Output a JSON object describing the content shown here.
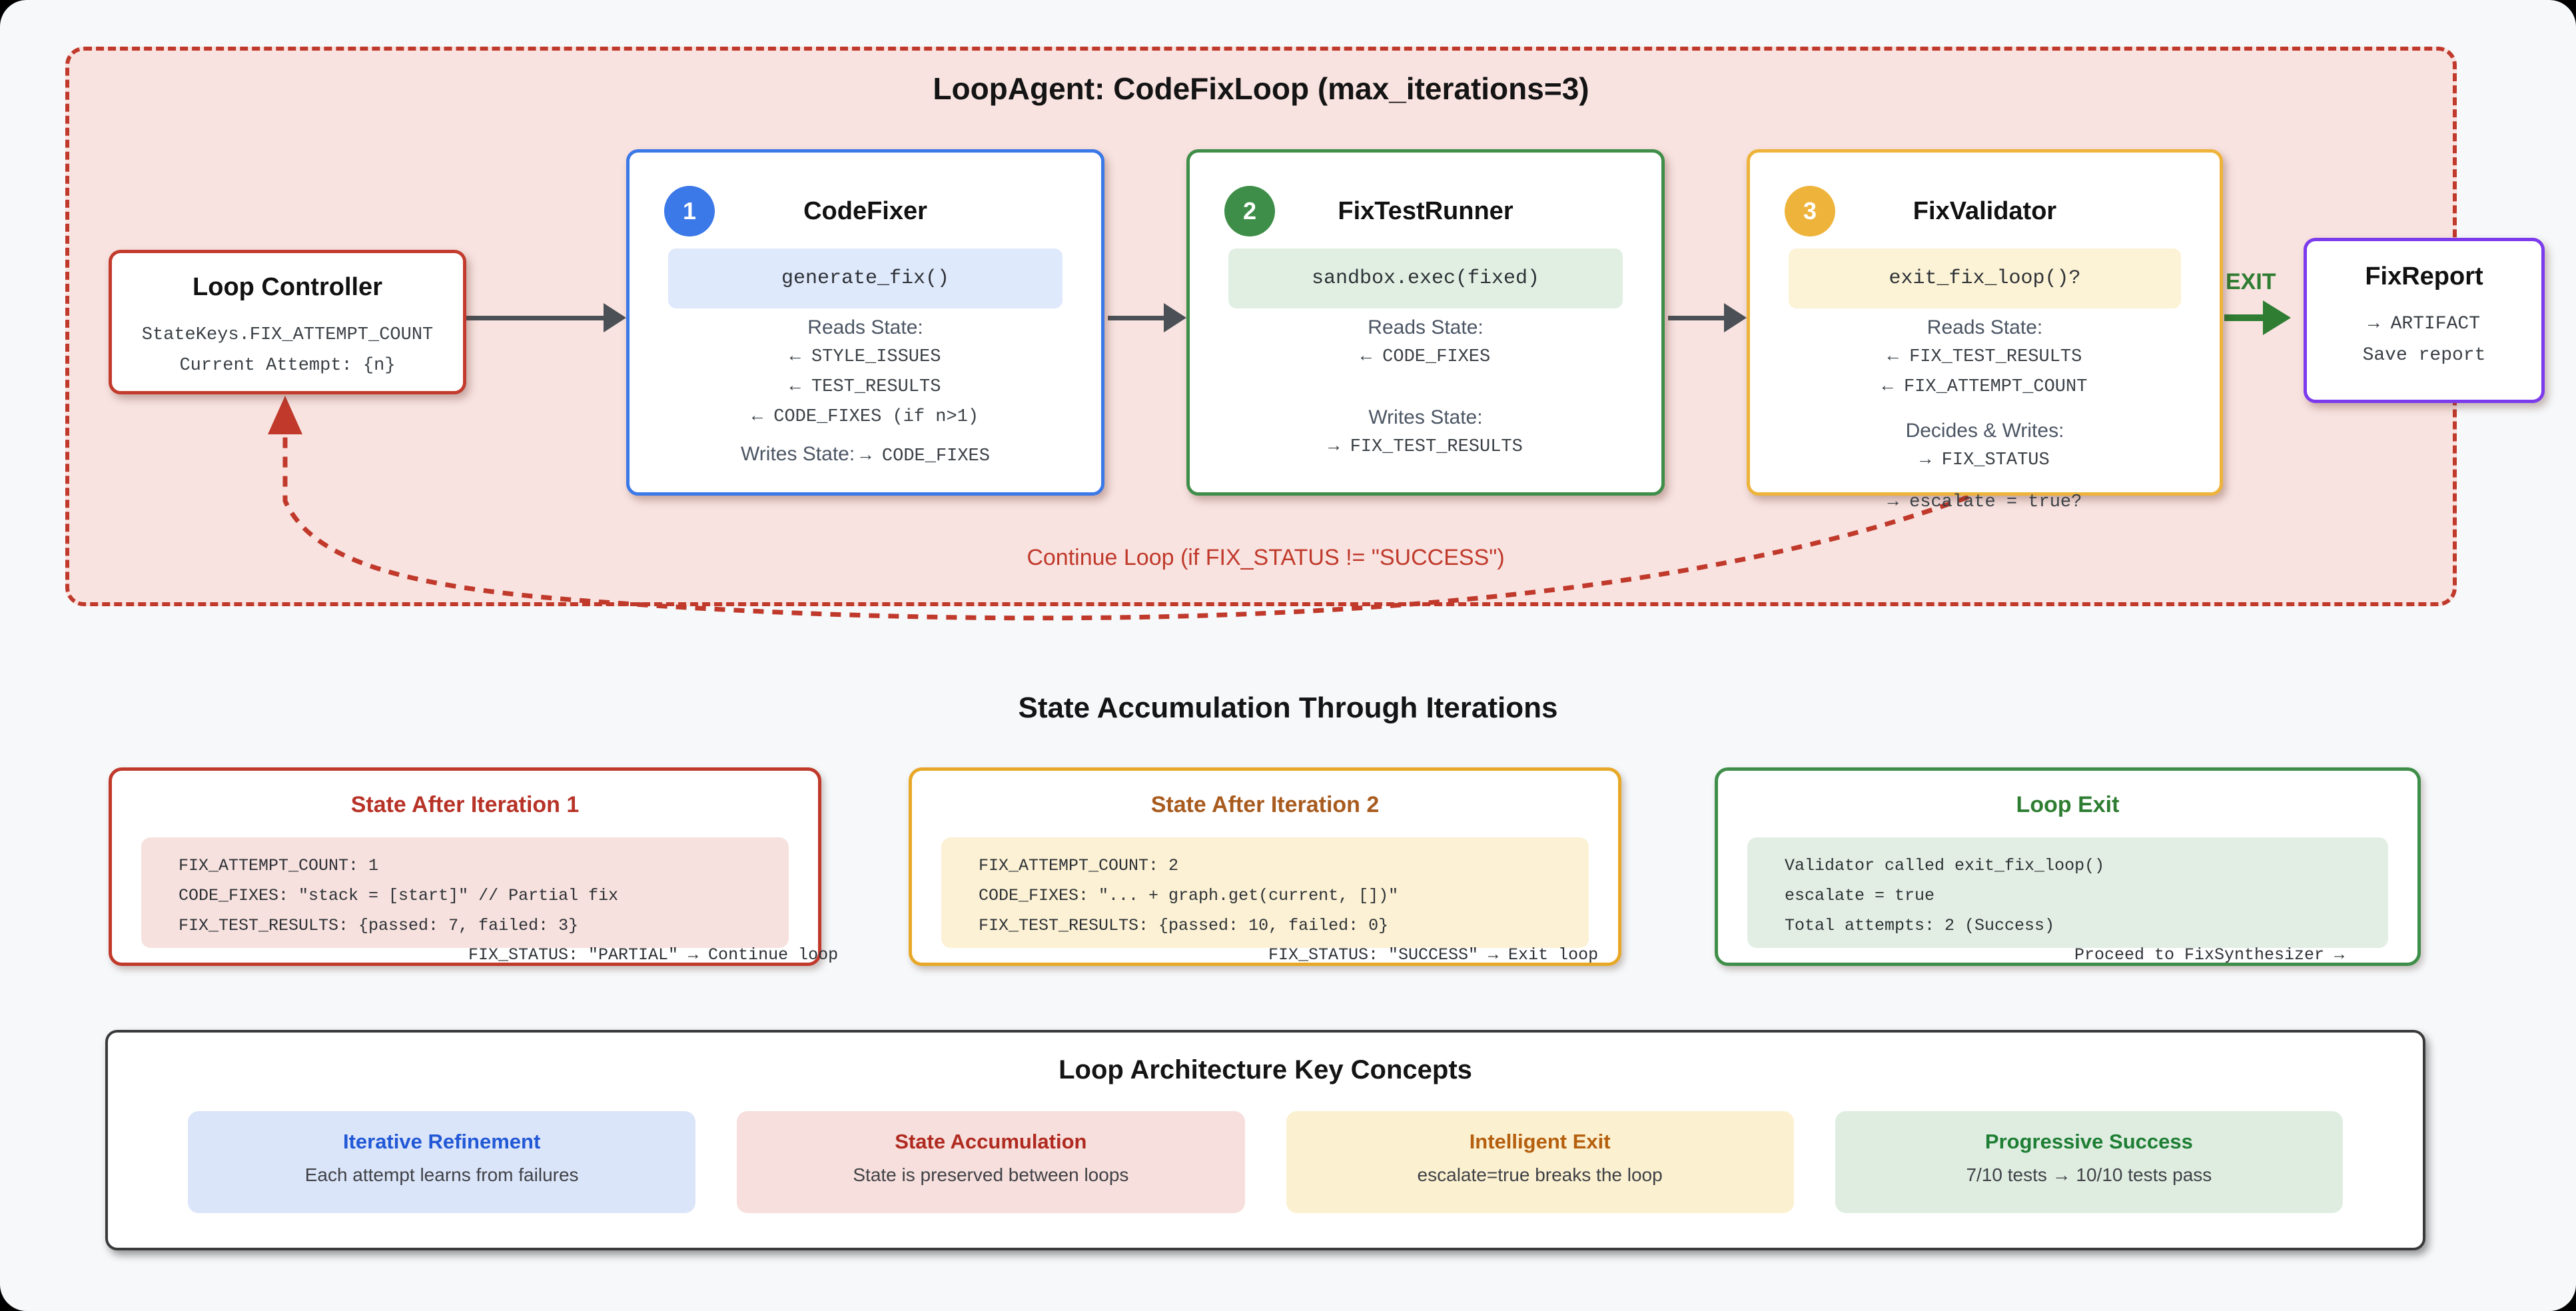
{
  "colors": {
    "page_bg": "#f6f8fa",
    "loop_bg": "#f8e3e0",
    "loop_border_red": "#c0392b",
    "blue": "#3b78e8",
    "green": "#3e8e49",
    "amber": "#eeb33a",
    "purple": "#7c3aed",
    "exit_green": "#2e7d32",
    "arrow_gray": "#4a5056"
  },
  "loop": {
    "title": "LoopAgent: CodeFixLoop (max_iterations=3)",
    "continue_label": "Continue Loop (if FIX_STATUS != \"SUCCESS\")",
    "exit_label": "EXIT"
  },
  "controller": {
    "title": "Loop Controller",
    "line1": "StateKeys.FIX_ATTEMPT_COUNT",
    "line2": "Current Attempt: {n}"
  },
  "fixer": {
    "badge": "1",
    "title": "CodeFixer",
    "code": "generate_fix()",
    "reads_label": "Reads State:",
    "read1": "← STYLE_ISSUES",
    "read2": "← TEST_RESULTS",
    "read3": "← CODE_FIXES (if n>1)",
    "writes_label": "Writes State:",
    "writes_value": "→ CODE_FIXES"
  },
  "runner": {
    "badge": "2",
    "title": "FixTestRunner",
    "code": "sandbox.exec(fixed)",
    "reads_label": "Reads State:",
    "read1": "← CODE_FIXES",
    "writes_label": "Writes State:",
    "write1": "→ FIX_TEST_RESULTS"
  },
  "validator": {
    "badge": "3",
    "title": "FixValidator",
    "code": "exit_fix_loop()?",
    "reads_label": "Reads State:",
    "read1": "← FIX_TEST_RESULTS",
    "read2": "← FIX_ATTEMPT_COUNT",
    "writes_label": "Decides & Writes:",
    "write1": "→ FIX_STATUS",
    "write2": "→ escalate = true?"
  },
  "report": {
    "title": "FixReport",
    "line1": "→ ARTIFACT",
    "line2": "Save report"
  },
  "state_section": {
    "heading": "State Accumulation Through Iterations",
    "box1": {
      "title": "State After Iteration 1",
      "l1": "FIX_ATTEMPT_COUNT: 1",
      "l2": "CODE_FIXES: \"stack = [start]\" // Partial fix",
      "l3": "FIX_TEST_RESULTS: {passed: 7, failed: 3}",
      "overflow": "FIX_STATUS: \"PARTIAL\" → Continue loop"
    },
    "box2": {
      "title": "State After Iteration 2",
      "l1": "FIX_ATTEMPT_COUNT: 2",
      "l2": "CODE_FIXES: \"... + graph.get(current, [])\"",
      "l3": "FIX_TEST_RESULTS: {passed: 10, failed: 0}",
      "overflow": "FIX_STATUS: \"SUCCESS\" → Exit loop"
    },
    "box3": {
      "title": "Loop Exit",
      "l1": "Validator called exit_fix_loop()",
      "l2": "escalate = true",
      "l3": "Total attempts: 2 (Success)",
      "overflow": "Proceed to FixSynthesizer →"
    }
  },
  "concepts": {
    "title": "Loop Architecture Key Concepts",
    "items": [
      {
        "title": "Iterative Refinement",
        "desc": "Each attempt learns from failures"
      },
      {
        "title": "State Accumulation",
        "desc": "State is preserved between loops"
      },
      {
        "title": "Intelligent Exit",
        "desc": "escalate=true breaks the loop"
      },
      {
        "title": "Progressive Success",
        "desc": "7/10 tests → 10/10 tests pass"
      }
    ]
  }
}
